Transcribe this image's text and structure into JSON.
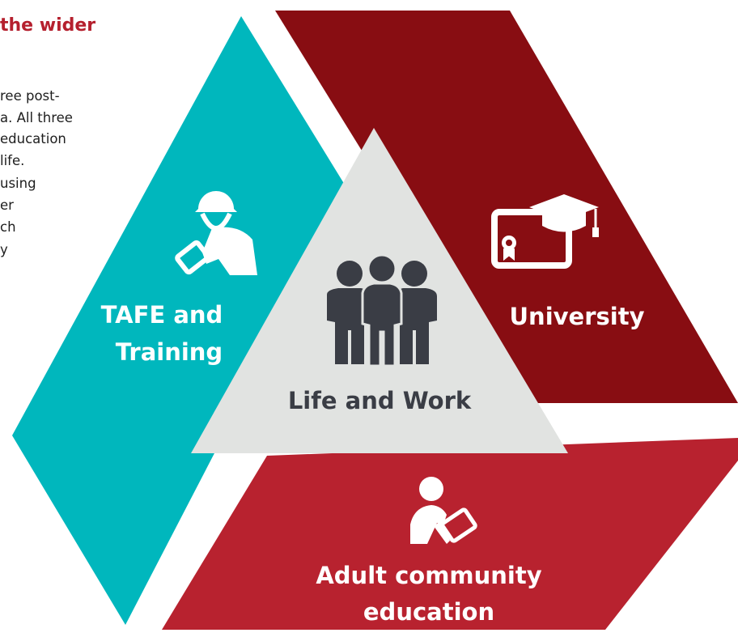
{
  "intro": {
    "heading": "the wider",
    "lines": [
      "ree post-",
      "a. All three",
      "education",
      "life.",
      "using",
      "er",
      "ch",
      "y"
    ]
  },
  "sectors": {
    "tafe": {
      "label_line1": "TAFE and",
      "label_line2": "Training",
      "color": "#00b7bd",
      "icon": "worker-with-tablet-icon"
    },
    "university": {
      "label": "University",
      "color": "#880d12",
      "icon": "diploma-graduation-cap-icon"
    },
    "adult": {
      "label_line1": "Adult community",
      "label_line2": "education",
      "color": "#b8222f",
      "icon": "person-writing-icon"
    },
    "life_work": {
      "label": "Life and Work",
      "color": "#e1e3e1",
      "text_color": "#3a3d45",
      "icon": "group-of-people-icon"
    }
  }
}
